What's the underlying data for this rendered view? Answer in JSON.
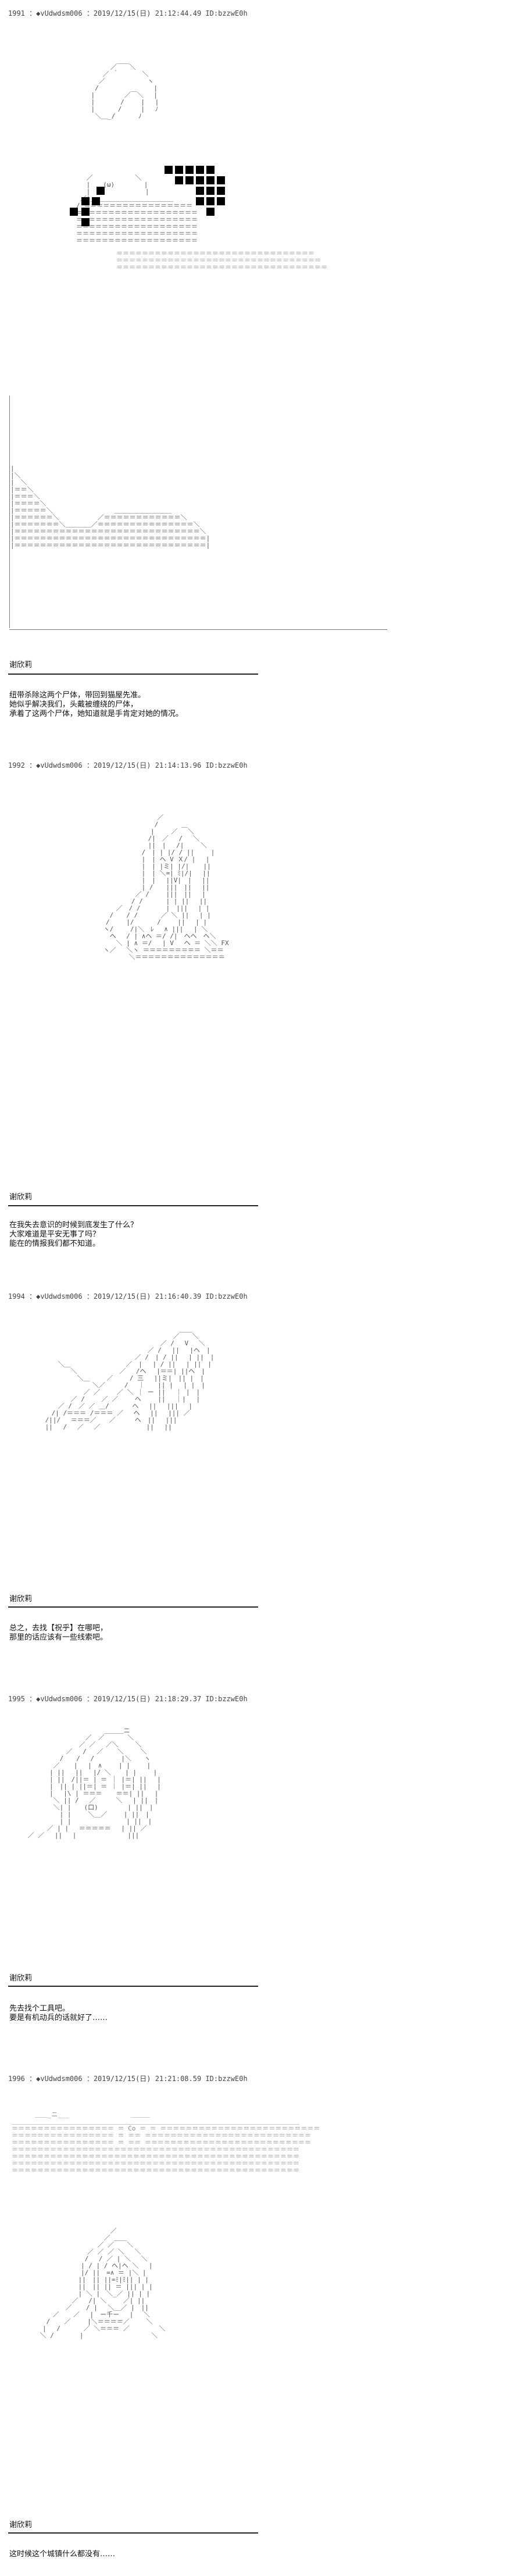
{
  "posts": [
    {
      "header": "1991 ：◆vUdwdsm006 ：2019/12/15(日) 21:12:44.49 ID:bzzwE0h",
      "speaker": "谢欣莉",
      "lines": [
        "纽带杀除这两个尸体，带回到猫屋先准。",
        "她似乎解决我们，头戴被缠绕的尸体，",
        "承着了这两个尸体，她知道就是手肯定对她的情况。"
      ]
    },
    {
      "header": "1992 ：◆vUdwdsm006 ：2019/12/15(日) 21:14:13.96 ID:bzzwE0h",
      "speaker": "谢欣莉",
      "lines": [
        "在我失去意识的时候到底发生了什么？",
        "大家难道是平安无事了吗？",
        "能在的情报我们都不知道。"
      ]
    },
    {
      "header": "1994 ：◆vUdwdsm006 ：2019/12/15(日) 21:16:40.39 ID:bzzwE0h",
      "speaker": "谢欣莉",
      "lines": [
        "总之，去找【祝乎】在哪吧，",
        "那里的话应该有一些线索吧。"
      ]
    },
    {
      "header": "1995 ：◆vUdwdsm006 ：2019/12/15(日) 21:18:29.37 ID:bzzwE0h",
      "speaker": "谢欣莉",
      "lines": [
        "先去找个工具吧。",
        "要是有机动兵的话就好了……"
      ]
    },
    {
      "header": "1996 ：◆vUdwdsm006 ：2019/12/15(日) 21:21:08.59 ID:bzzwE0h",
      "speaker": "谢欣莉",
      "lines": [
        "这时候这个城镇什么都没有……"
      ]
    }
  ]
}
